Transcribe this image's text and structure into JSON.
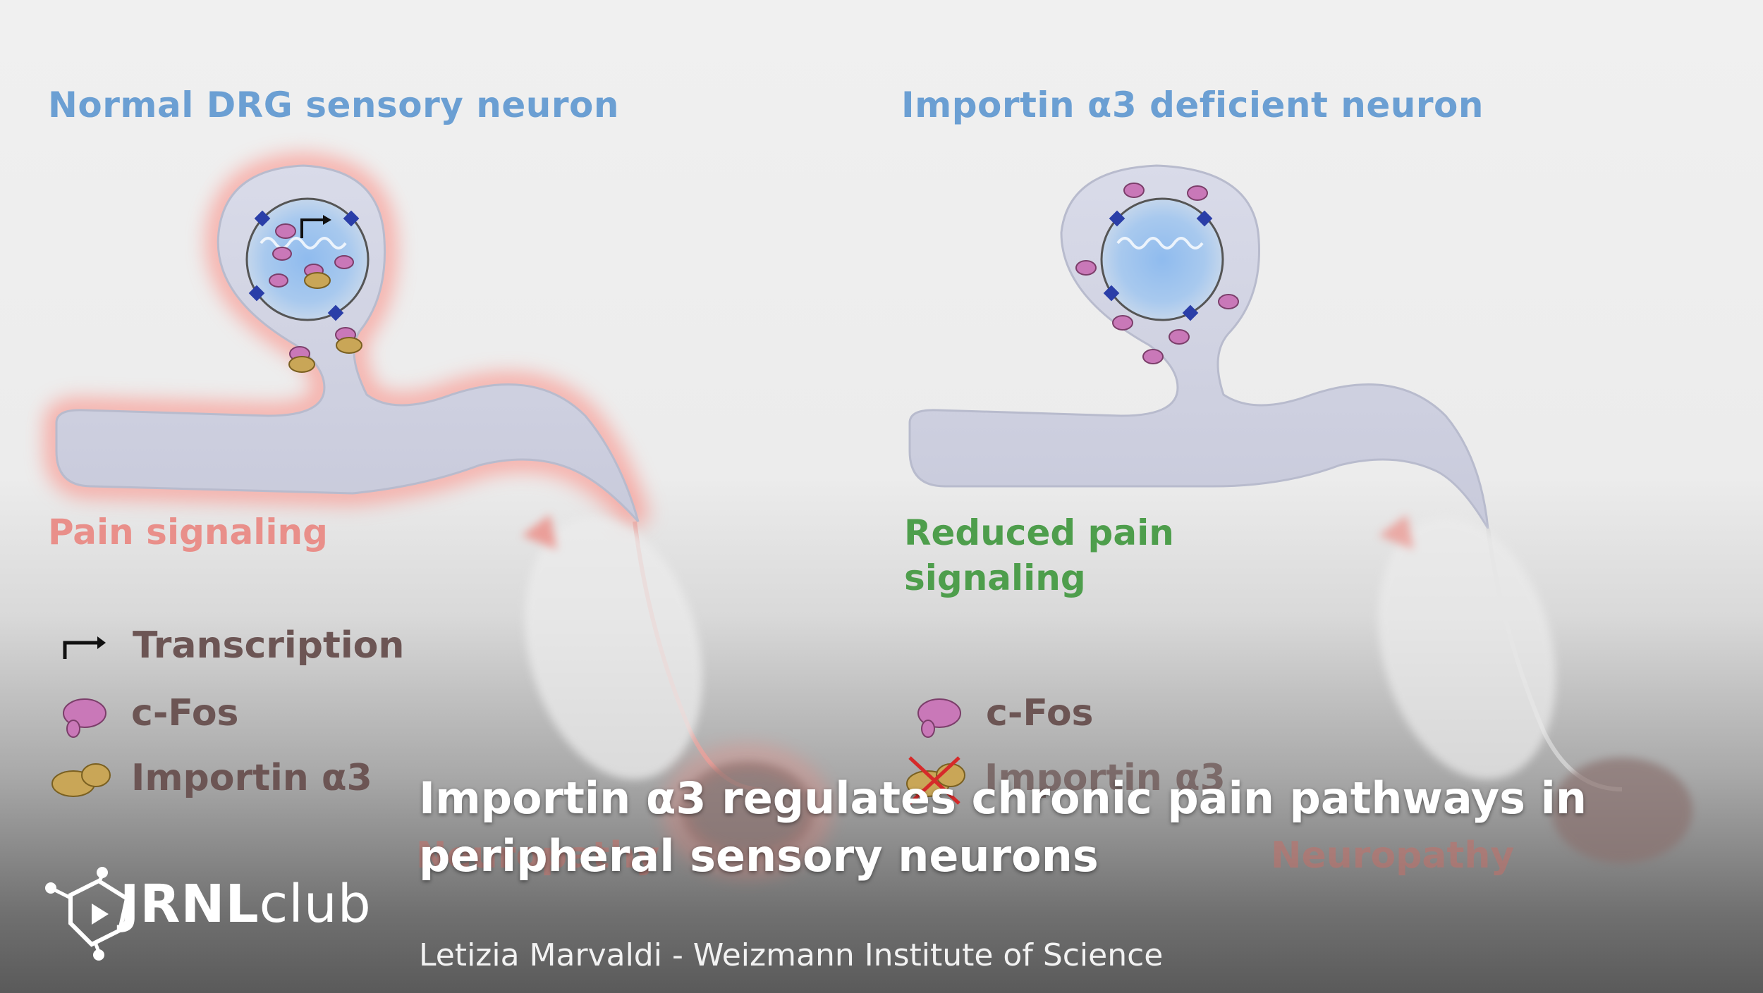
{
  "left_panel": {
    "heading": "Normal DRG sensory neuron",
    "status": "Pain signaling",
    "legend": [
      {
        "icon": "transcription-arrow-icon",
        "label": "Transcription"
      },
      {
        "icon": "c-fos-protein-icon",
        "label": "c-Fos"
      },
      {
        "icon": "importin-a3-protein-icon",
        "label": "Importin α3"
      }
    ],
    "faded_label": "Neuropathy"
  },
  "right_panel": {
    "heading": "Importin α3 deficient neuron",
    "status_line1": "Reduced pain",
    "status_line2": "signaling",
    "legend": [
      {
        "icon": "c-fos-protein-icon",
        "label": "c-Fos"
      },
      {
        "icon": "crossed-importin-icon",
        "label": "Importin α3"
      }
    ],
    "faded_label": "Neuropathy"
  },
  "caption": {
    "title": "Importin α3 regulates chronic pain pathways in peripheral sensory neurons",
    "author": "Letizia Marvaldi - Weizmann Institute of Science"
  },
  "brand": {
    "name_bold": "JRNL",
    "name_light": "club",
    "icon": "jrnlclub-logo-icon"
  },
  "colors": {
    "heading_blue": "#6b9fd3",
    "pain_red": "#e98f8a",
    "reduced_green": "#4e9e4c",
    "legend_brown": "#6c5554",
    "c_fos_pink": "#c978b8",
    "importin_yellow": "#c9a657"
  }
}
